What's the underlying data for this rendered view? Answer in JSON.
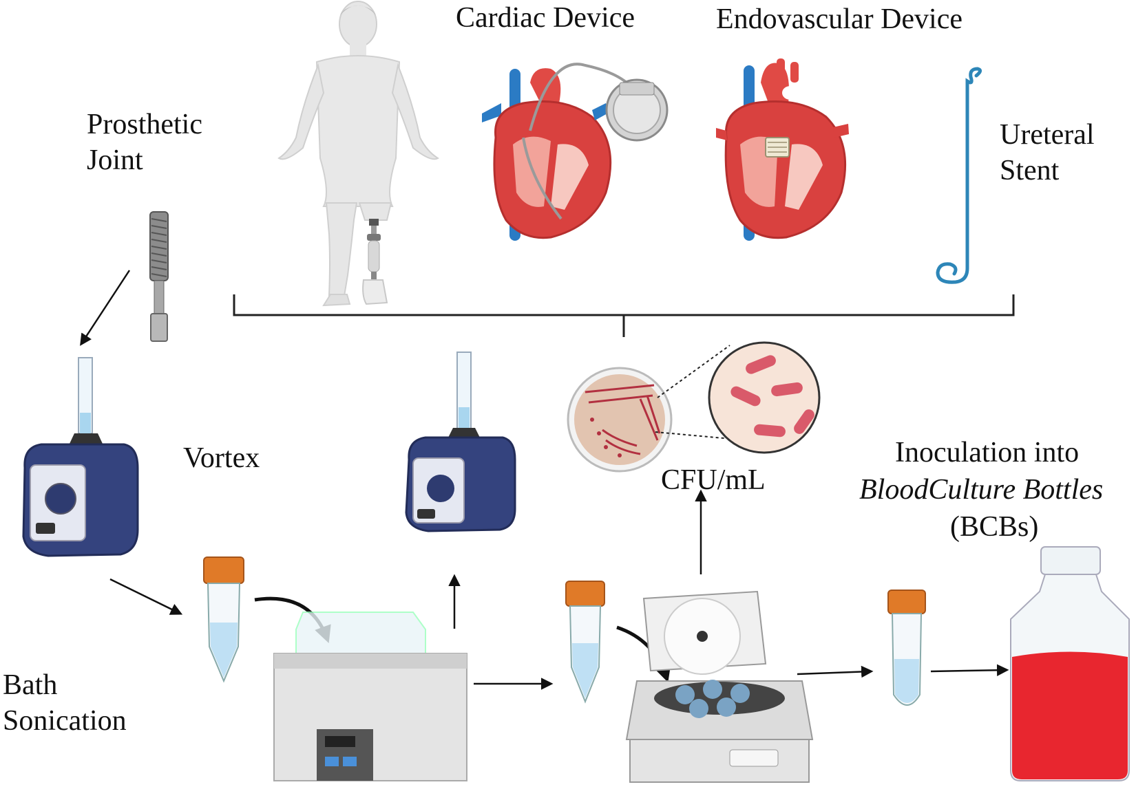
{
  "labels": {
    "cardiac_device": "Cardiac Device",
    "endovascular_device": "Endovascular Device",
    "prosthetic_joint_l1": "Prosthetic",
    "prosthetic_joint_l2": "Joint",
    "ureteral_stent_l1": "Ureteral",
    "ureteral_stent_l2": "Stent",
    "vortex": "Vortex",
    "bath_sonication_l1": "Bath",
    "bath_sonication_l2": "Sonication",
    "cfu": "CFU/mL",
    "inoculation_l1": "Inoculation into",
    "inoculation_l2": "BloodCulture Bottles",
    "inoculation_l3": "(BCBs)"
  },
  "colors": {
    "heart_red": "#d9413f",
    "vein_blue": "#2b7bc4",
    "vortex_navy": "#3a4a86",
    "tube_cap": "#e07a28",
    "tube_liquid": "#bfe0f4",
    "bottle_liquid": "#e8262f",
    "agar": "#e2c4b0",
    "bacteria": "#d95a6a"
  },
  "icons": [
    "human-amputee-icon",
    "prosthetic-leg-icon",
    "pacemaker-heart-icon",
    "tavr-heart-icon",
    "ureteral-stent-icon",
    "prosthetic-screw-icon",
    "vortex-mixer-icon",
    "conical-tube-icon",
    "sonication-bath-icon",
    "centrifuge-icon",
    "petri-dish-icon",
    "bacteria-magnifier-icon",
    "culture-bottle-icon"
  ]
}
